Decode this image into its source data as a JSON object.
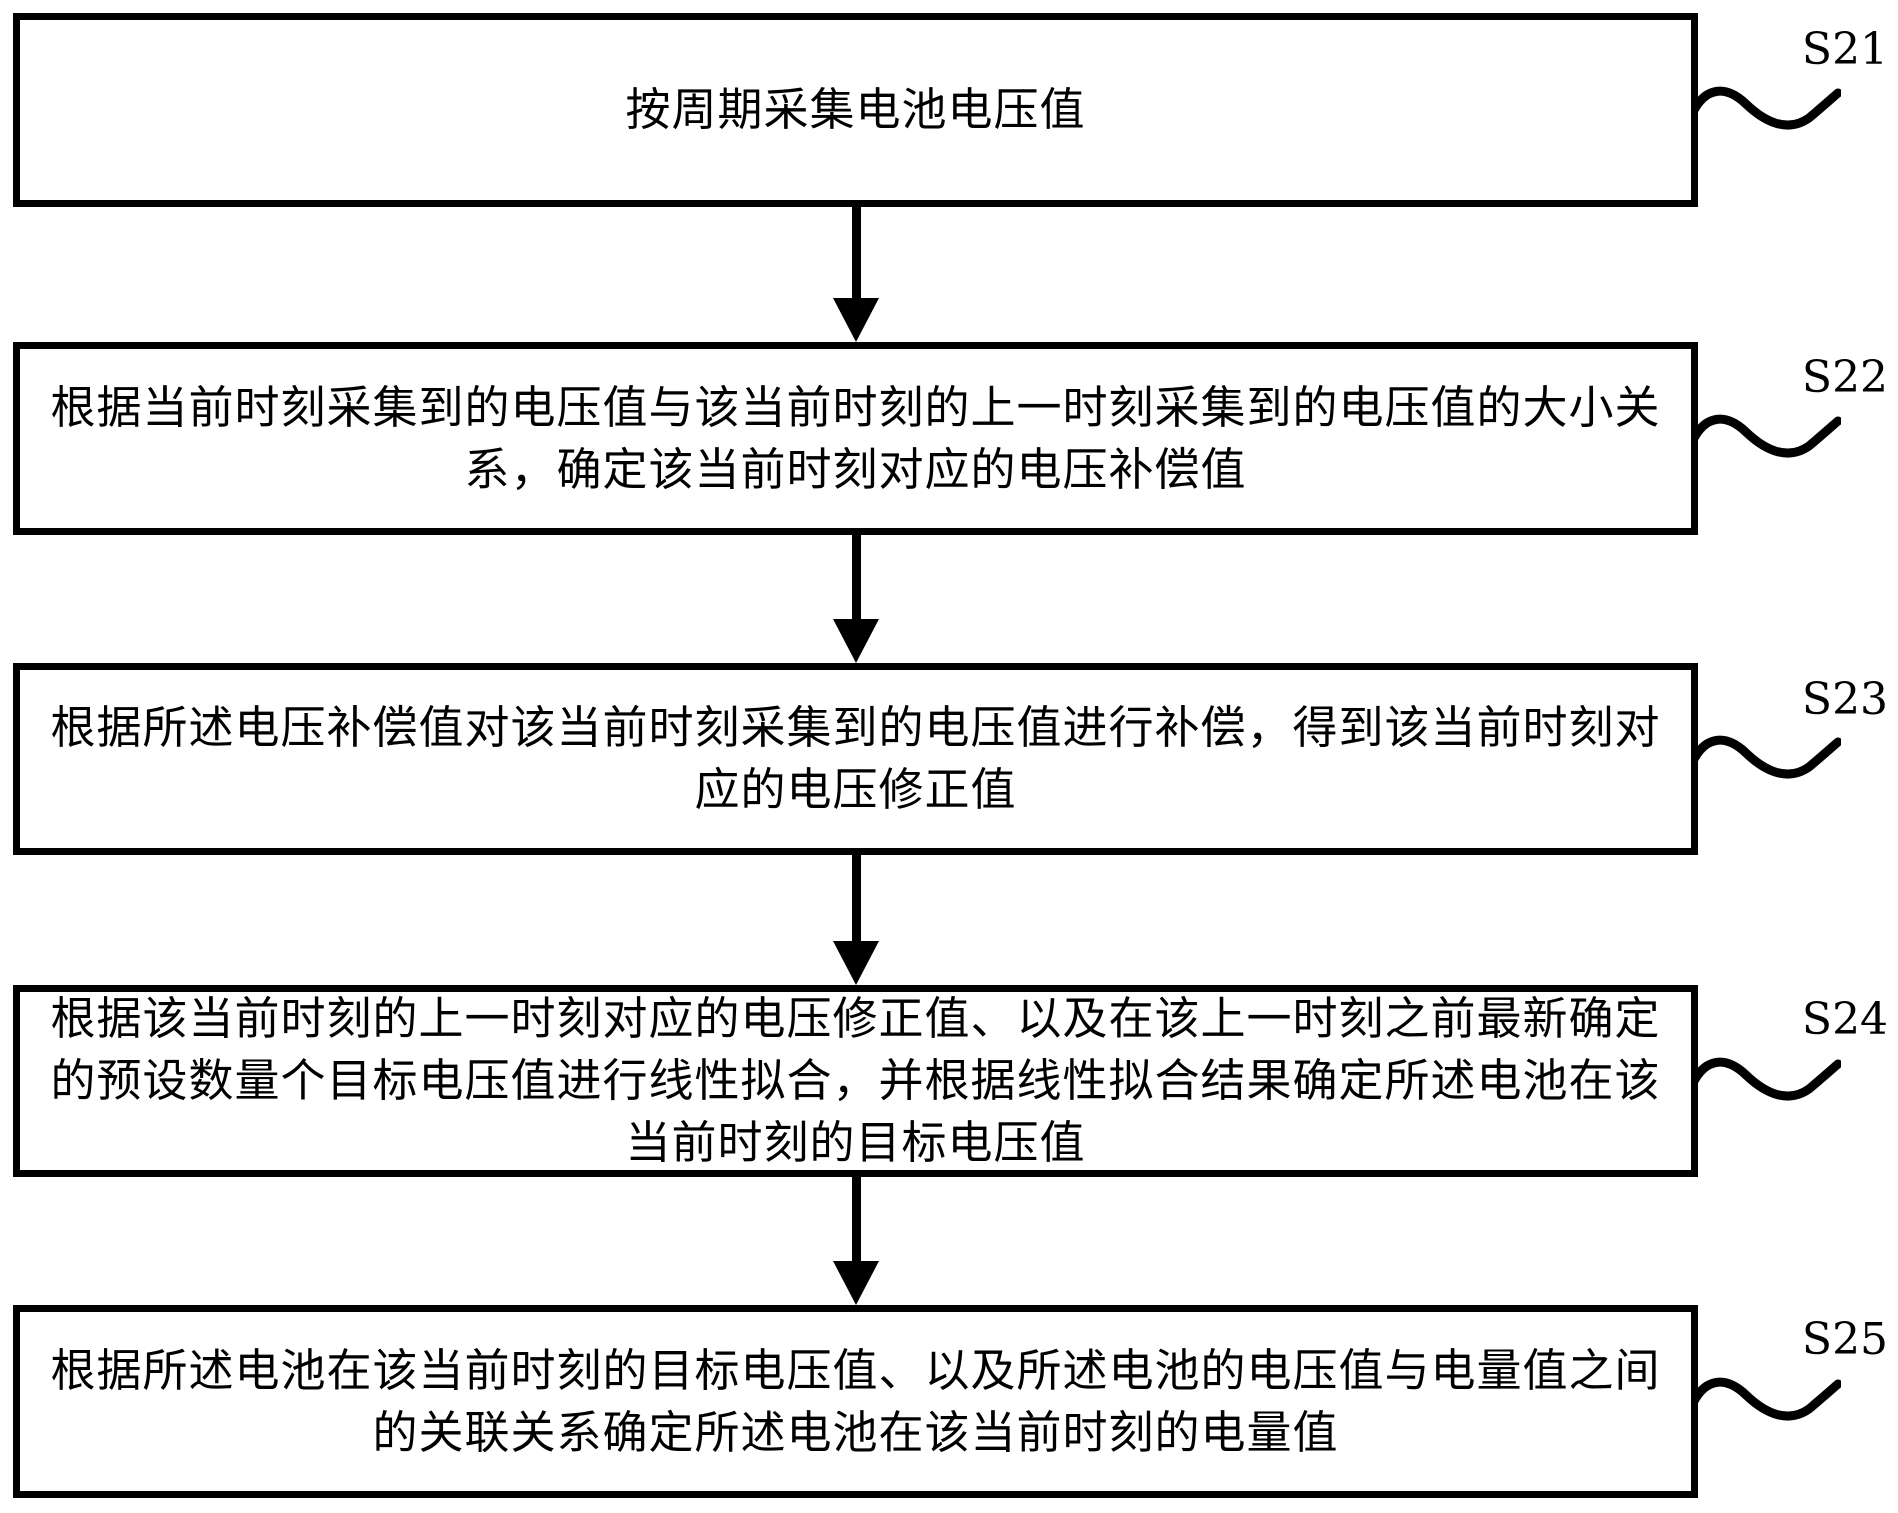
{
  "figure": {
    "kind": "patent-flowchart",
    "background_color": "#ffffff",
    "line_color": "#000000"
  },
  "steps": [
    {
      "label": "S21",
      "lines": [
        "按周期采集电池电压值"
      ]
    },
    {
      "label": "S22",
      "lines": [
        "根据当前时刻采集到的电压值与该当前时刻的上一时刻采集到的电压值的大小关",
        "系，确定该当前时刻对应的电压补偿值"
      ]
    },
    {
      "label": "S23",
      "lines": [
        "根据所述电压补偿值对该当前时刻采集到的电压值进行补偿，得到该当前时刻对",
        "应的电压修正值"
      ]
    },
    {
      "label": "S24",
      "lines": [
        "根据该当前时刻的上一时刻对应的电压修正值、以及在该上一时刻之前最新确定",
        "的预设数量个目标电压值进行线性拟合，并根据线性拟合结果确定所述电池在该",
        "当前时刻的目标电压值"
      ]
    },
    {
      "label": "S25",
      "lines": [
        "根据所述电池在该当前时刻的目标电压值、以及所述电池的电压值与电量值之间",
        "的关联关系确定所述电池在该当前时刻的电量值"
      ]
    }
  ]
}
